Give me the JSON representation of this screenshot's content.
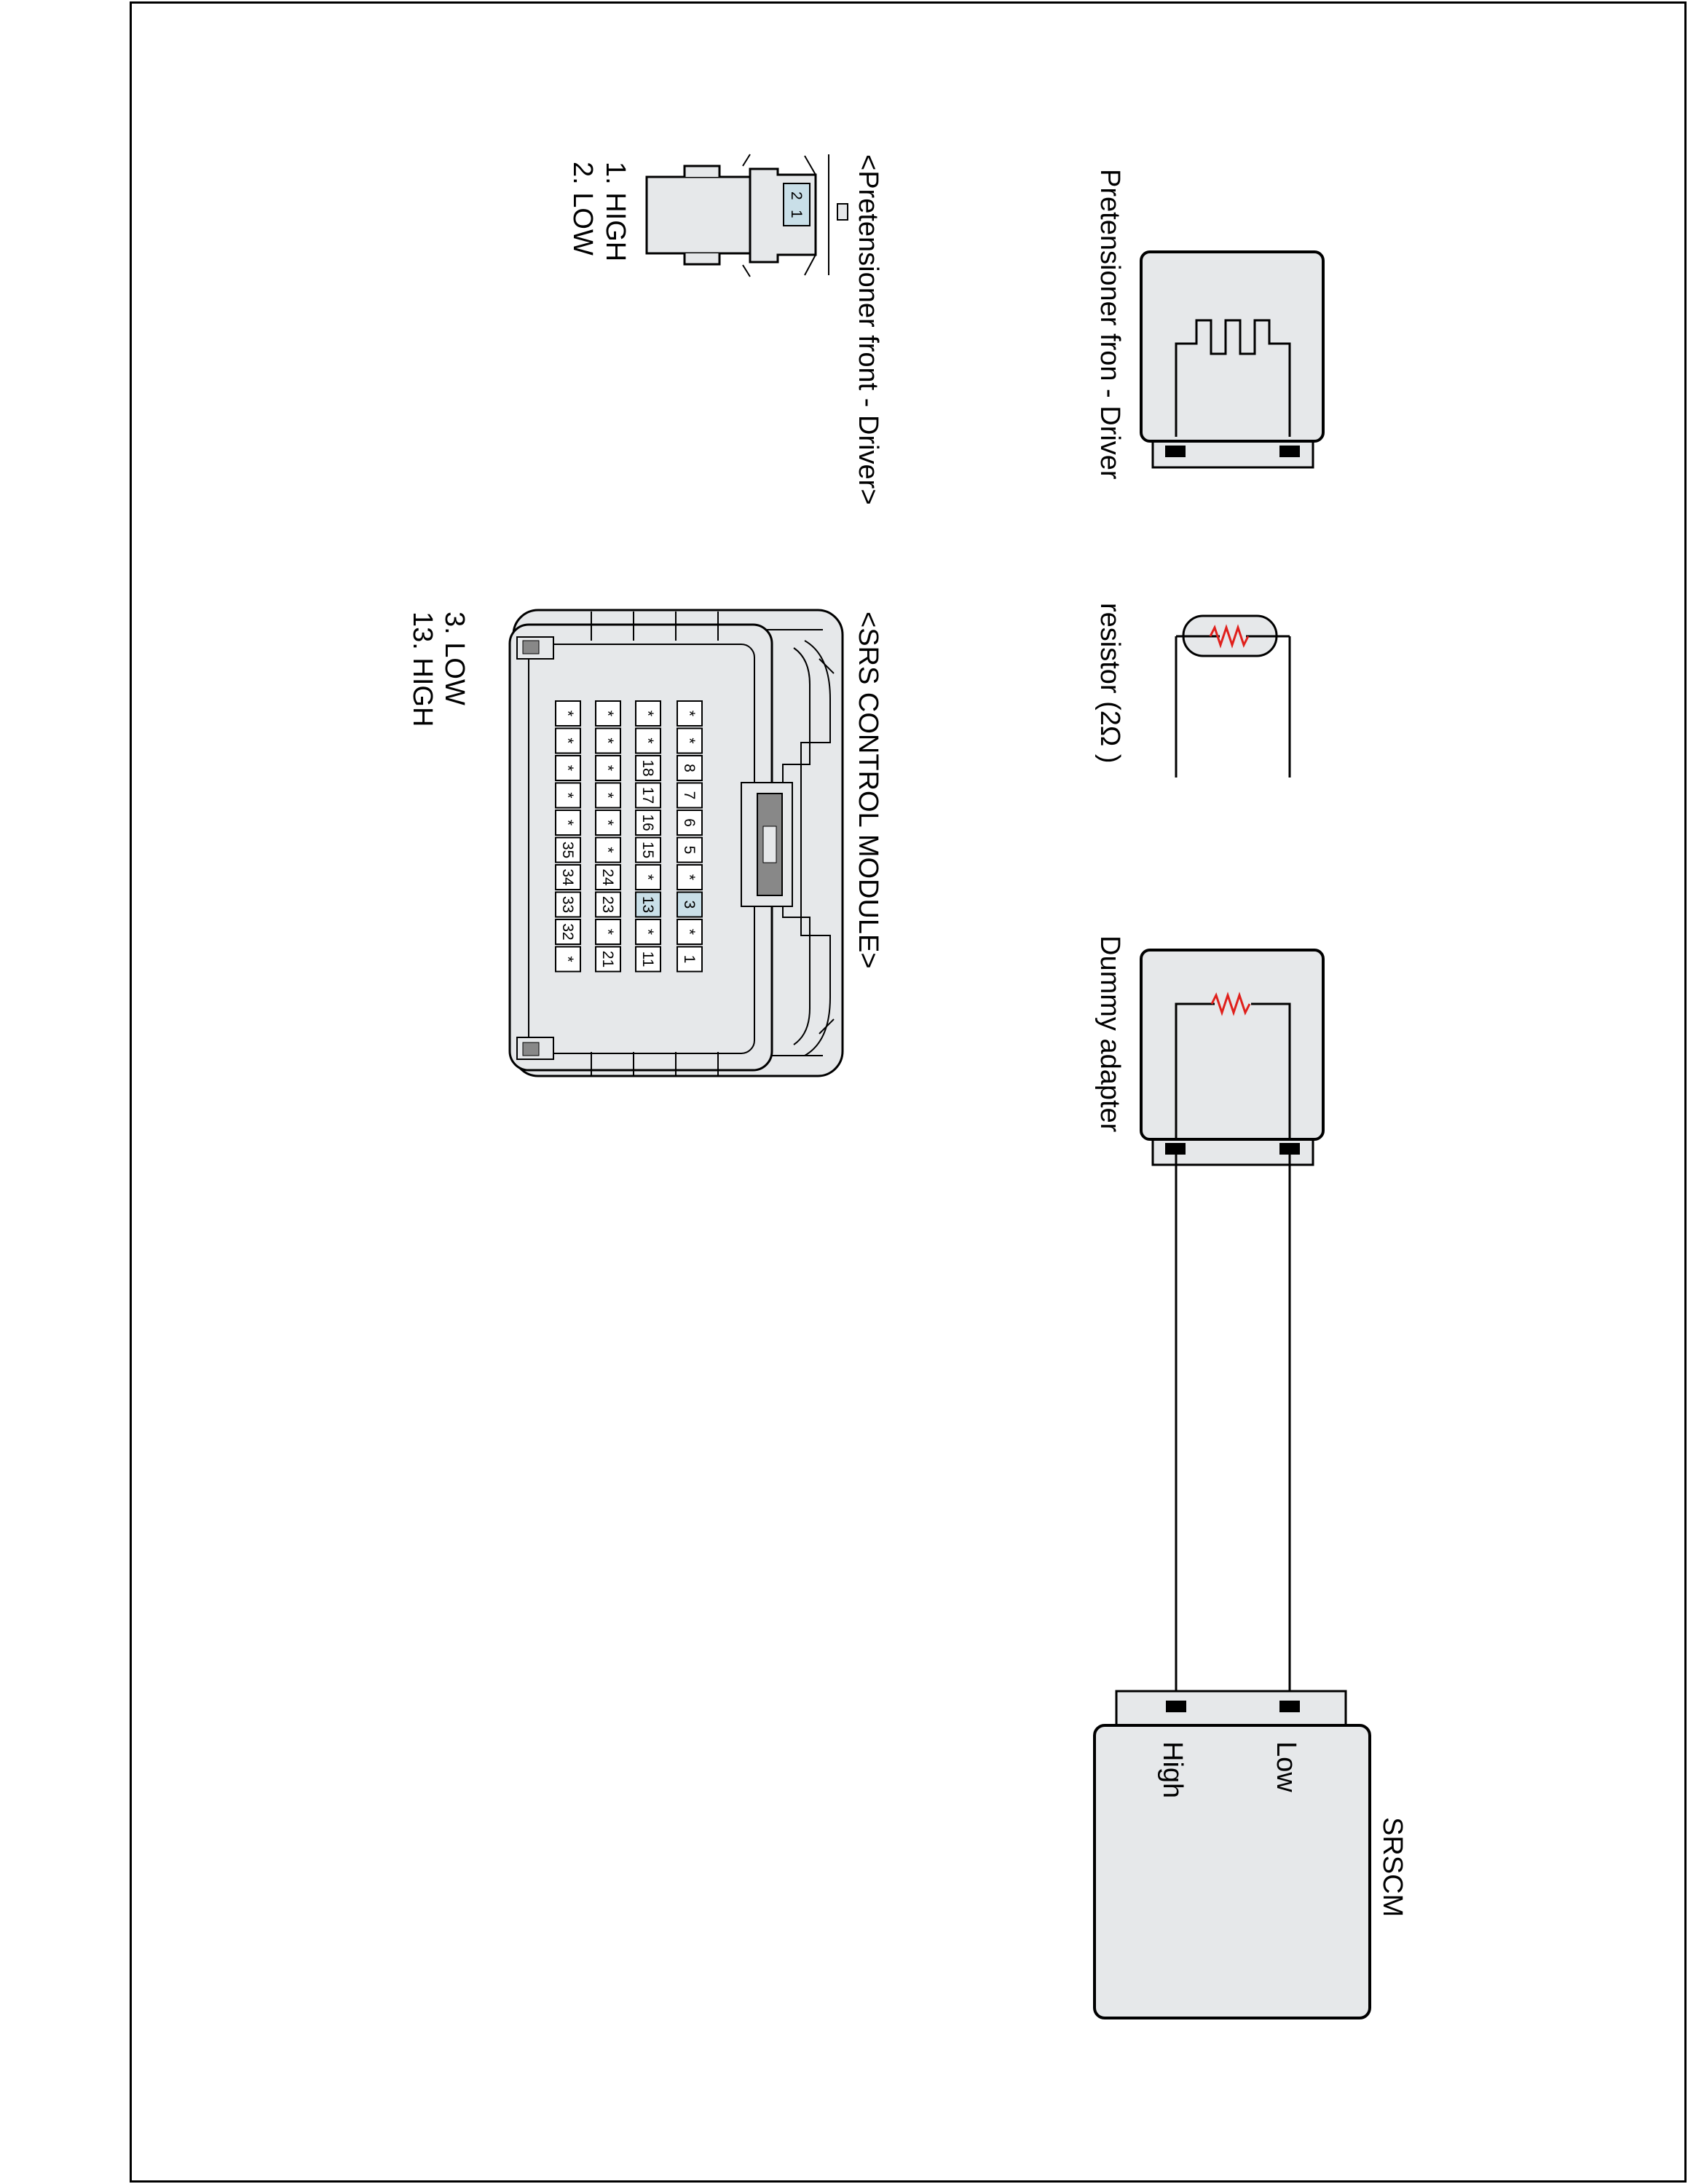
{
  "components": {
    "pretensioner": {
      "label": "Pretensioner fron - Driver"
    },
    "resistor": {
      "label": "resistor (2Ω )"
    },
    "dummy_adapter": {
      "label": "Dummy adapter"
    },
    "srscm": {
      "label": "SRSCM",
      "pin_low": "Low",
      "pin_high": "High"
    }
  },
  "pretensioner_connector": {
    "title": "<Pretensioner front - Driver>",
    "pins": [
      "1. HIGH",
      "2. LOW"
    ],
    "terminals": [
      "2",
      "1"
    ]
  },
  "srs_connector": {
    "title": "<SRS CONTROL MODULE>",
    "pins": [
      "3. LOW",
      "13. HIGH"
    ],
    "rows": [
      [
        "*",
        "*",
        "8",
        "7",
        "6",
        "5",
        "*",
        "3",
        "*",
        "1"
      ],
      [
        "*",
        "*",
        "18",
        "17",
        "16",
        "15",
        "*",
        "13",
        "*",
        "11"
      ],
      [
        "*",
        "*",
        "*",
        "*",
        "*",
        "*",
        "24",
        "23",
        "*",
        "21"
      ],
      [
        "*",
        "*",
        "*",
        "*",
        "*",
        "35",
        "34",
        "33",
        "32",
        "*"
      ]
    ],
    "highlighted": [
      "3",
      "13"
    ]
  },
  "colors": {
    "line": "#000000",
    "component_fill": "#e6e8ea",
    "resistor": "#e0201c",
    "pin_highlight": "#c9dfe8"
  }
}
